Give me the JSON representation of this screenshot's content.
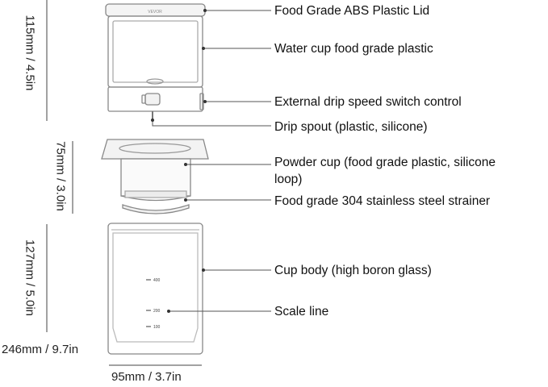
{
  "callouts": [
    {
      "id": "lid",
      "text": "Food Grade ABS Plastic Lid"
    },
    {
      "id": "water-cup",
      "text": "Water cup food grade plastic"
    },
    {
      "id": "switch",
      "text": "External drip speed switch control"
    },
    {
      "id": "spout",
      "text": "Drip spout (plastic, silicone)"
    },
    {
      "id": "powder-cup-1",
      "text": "Powder cup (food grade plastic, silicone"
    },
    {
      "id": "powder-cup-2",
      "text": "loop)"
    },
    {
      "id": "strainer",
      "text": "Food grade 304 stainless steel strainer"
    },
    {
      "id": "cup-body",
      "text": "Cup body (high boron glass)"
    },
    {
      "id": "scale-line",
      "text": "Scale line"
    }
  ],
  "dimensions": {
    "top_height": "115mm / 4.5in",
    "middle_height": "75mm / 3.0in",
    "bottom_height": "127mm / 5.0in",
    "total_height": "246mm / 9.7in",
    "width": "95mm / 3.7in"
  },
  "scale_marks": [
    "400",
    "200",
    "100"
  ],
  "lid_text": "VEVOR",
  "colors": {
    "line": "#555555",
    "outline": "#888888",
    "text": "#111111"
  }
}
